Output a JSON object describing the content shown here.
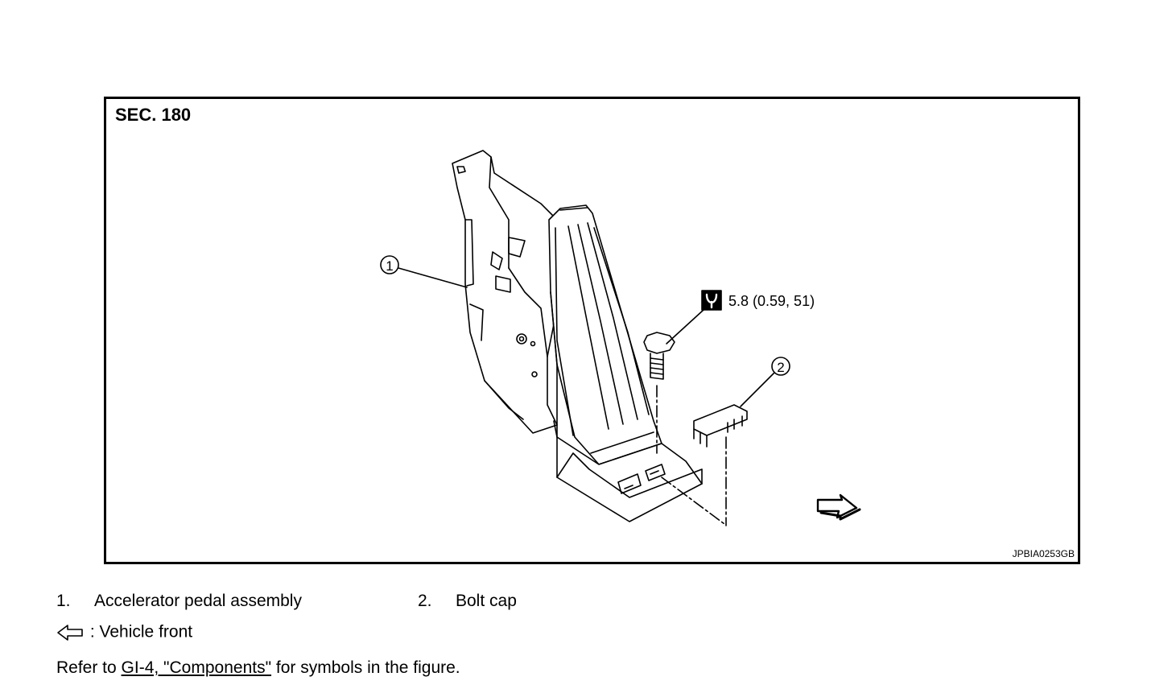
{
  "figure": {
    "section_label": "SEC. 180",
    "figure_code": "JPBIA0253GB",
    "callouts": [
      {
        "number": "1"
      },
      {
        "number": "2"
      }
    ],
    "torque_spec": "5.8 (0.59, 51)",
    "icons": [
      "torque-wrench-icon",
      "vehicle-front-arrow-icon"
    ]
  },
  "legend": {
    "items": [
      {
        "number": "1.",
        "label": "Accelerator pedal assembly"
      },
      {
        "number": "2.",
        "label": "Bolt cap"
      }
    ],
    "front_symbol_text": ": Vehicle front"
  },
  "refer": {
    "prefix": "Refer to ",
    "link_text": "GI-4, \"Components\"",
    "suffix": " for symbols in the figure."
  }
}
